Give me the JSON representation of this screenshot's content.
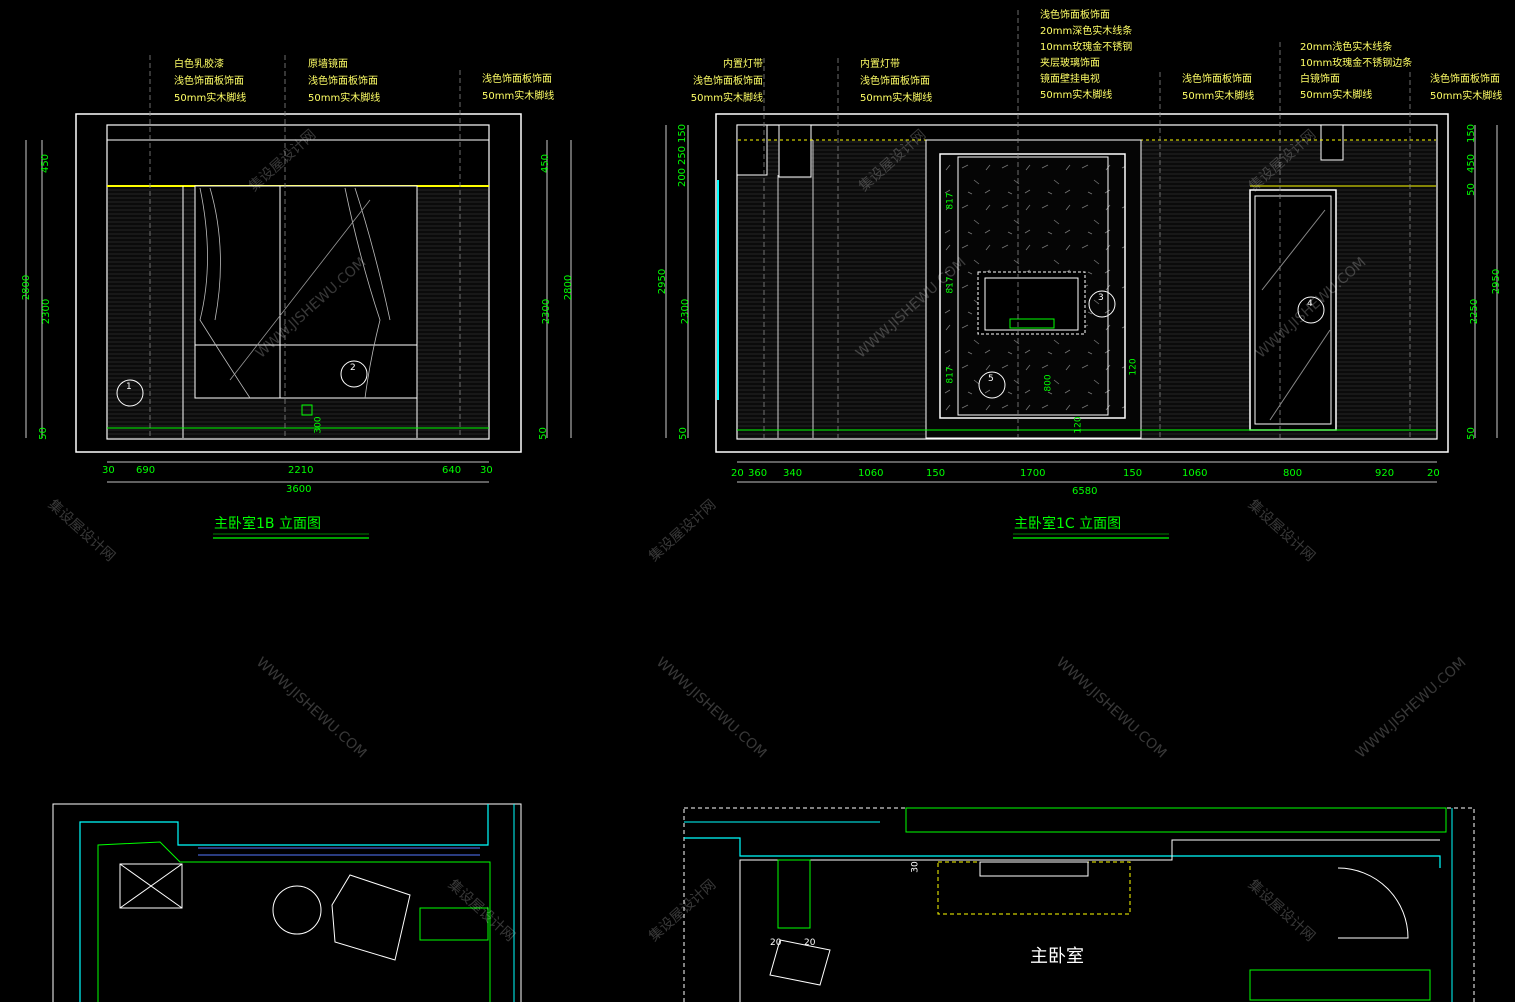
{
  "drawing_b": {
    "title": "主卧室1B 立面图",
    "annotations_left": [
      "白色乳胶漆",
      "浅色饰面板饰面",
      "50mm实木脚线"
    ],
    "annotations_mid": [
      "原墙镜面",
      "浅色饰面板饰面",
      "50mm实木脚线"
    ],
    "annotations_right": [
      "浅色饰面板饰面",
      "50mm实木脚线"
    ],
    "dim_left": [
      "450",
      "2800",
      "2300",
      "50"
    ],
    "dim_right": [
      "450",
      "2800",
      "2300",
      "50"
    ],
    "dim_bottom": [
      "30",
      "690",
      "2210",
      "640",
      "30"
    ],
    "dim_total": "3600",
    "dim_small": "300",
    "markers": [
      "1",
      "2"
    ]
  },
  "drawing_c": {
    "title": "主卧室1C 立面图",
    "annotations_a": [
      "内置灯带",
      "浅色饰面板饰面",
      "50mm实木脚线"
    ],
    "annotations_b": [
      "内置灯带",
      "浅色饰面板饰面",
      "50mm实木脚线"
    ],
    "annotations_c": [
      "浅色饰面板饰面",
      "20mm深色实木线条",
      "10mm玫瑰金不锈钢",
      "夹层玻璃饰面",
      "镜面壁挂电视",
      "50mm实木脚线"
    ],
    "annotations_d": [
      "浅色饰面板饰面",
      "50mm实木脚线"
    ],
    "annotations_e": [
      "20mm浅色实木线条",
      "10mm玫瑰金不锈钢边条",
      "白镜饰面",
      "50mm实木脚线"
    ],
    "annotations_f": [
      "浅色饰面板饰面",
      "50mm实木脚线"
    ],
    "dim_left": [
      "150",
      "250",
      "200",
      "2950",
      "2300",
      "50"
    ],
    "dim_right": [
      "150",
      "450",
      "50",
      "2950",
      "2250",
      "50"
    ],
    "dim_bottom": [
      "20",
      "360",
      "340",
      "1060",
      "150",
      "1700",
      "150",
      "1060",
      "800",
      "920",
      "20"
    ],
    "dim_total": "6580",
    "dim_inner": [
      "817",
      "817",
      "817",
      "800",
      "120",
      "120"
    ],
    "markers": [
      "3",
      "4",
      "5"
    ]
  },
  "watermarks": [
    "集设屋设计网",
    "WWW.JISHEWU.COM"
  ],
  "plan_label": "主卧室",
  "plan_dims": [
    "20",
    "20",
    "30"
  ],
  "colors": {
    "background": "#000000",
    "line_white": "#ffffff",
    "line_green": "#00ff00",
    "line_cyan": "#00ffff",
    "line_yellow": "#ffff00",
    "text_yellow": "#ffff66"
  }
}
